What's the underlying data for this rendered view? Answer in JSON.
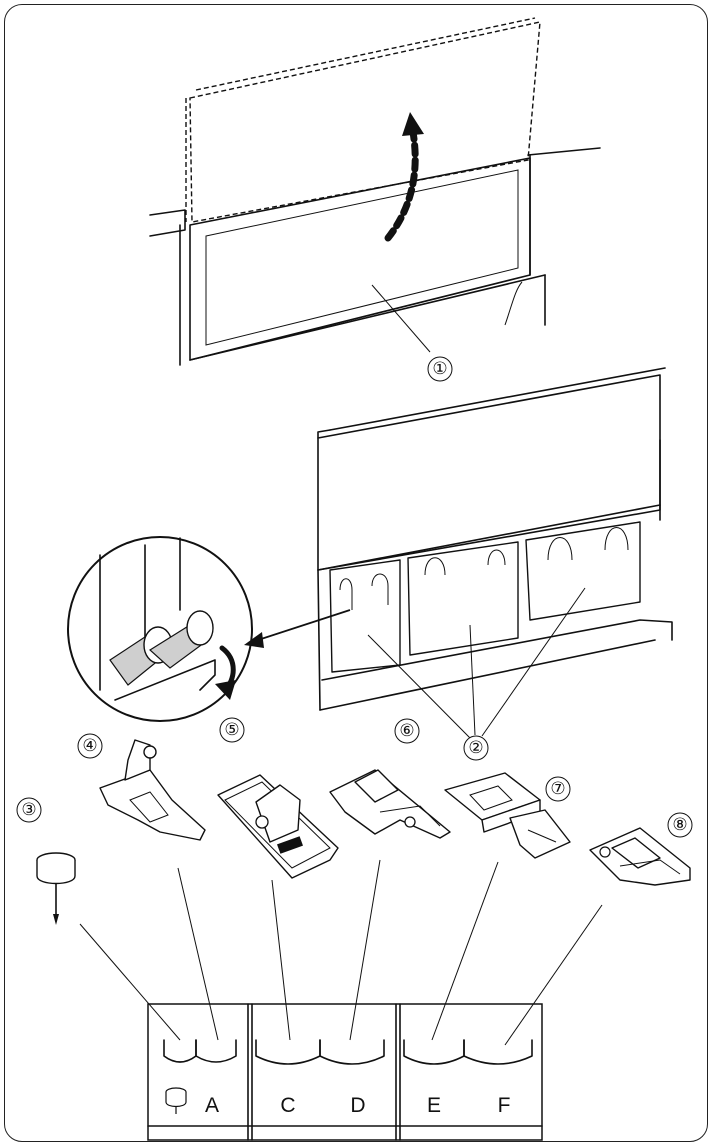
{
  "callouts": {
    "c1": "①",
    "c2": "②",
    "c3": "③",
    "c4": "④",
    "c5": "⑤",
    "c6": "⑥",
    "c7": "⑦",
    "c8": "⑧"
  },
  "tray_labels": {
    "a": "A",
    "c": "C",
    "d": "D",
    "e": "E",
    "f": "F"
  },
  "icons": {
    "spool_cap": "spool-cap-icon"
  }
}
